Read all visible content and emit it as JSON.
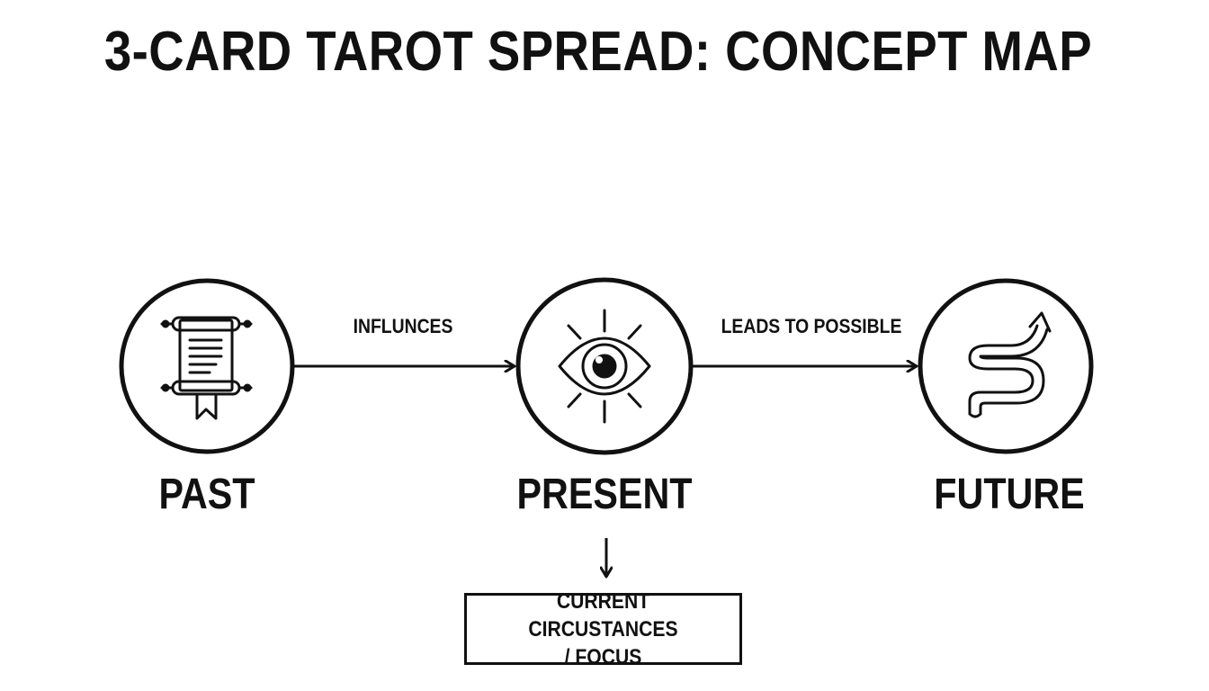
{
  "title": "3-CARD TAROT SPREAD: CONCEPT MAP",
  "nodes": {
    "past": {
      "label": "PAST",
      "icon": "scroll-icon"
    },
    "present": {
      "label": "PRESENT",
      "icon": "eye-icon"
    },
    "future": {
      "label": "FUTURE",
      "icon": "winding-path-arrow-icon"
    }
  },
  "edges": {
    "past_to_present": "INFLUNCES",
    "present_to_future": "LEADS TO POSSIBLE"
  },
  "focus_box": {
    "line1": "CURRENT CIRCUSTANCES",
    "line2": "/ FOCUS"
  }
}
